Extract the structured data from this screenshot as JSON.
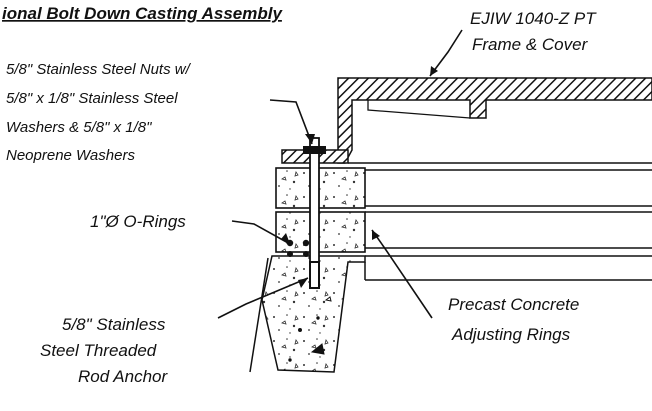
{
  "diagram": {
    "title": "ional Bolt Down Casting Assembly",
    "frame_label": [
      "EJIW 1040-Z PT",
      "Frame & Cover"
    ],
    "nuts_label": [
      "5/8\" Stainless Steel Nuts w/",
      "5/8\" x 1/8\" Stainless Steel",
      "Washers & 5/8\" x 1/8\"",
      "Neoprene Washers"
    ],
    "oring_label": "1\"Ø O-Rings",
    "rings_label": [
      "Precast Concrete",
      "Adjusting Rings"
    ],
    "rod_label": [
      "5/8\" Stainless",
      "Steel Threaded",
      "Rod Anchor"
    ],
    "colors": {
      "ink": "#111111",
      "paper": "#ffffff"
    }
  }
}
